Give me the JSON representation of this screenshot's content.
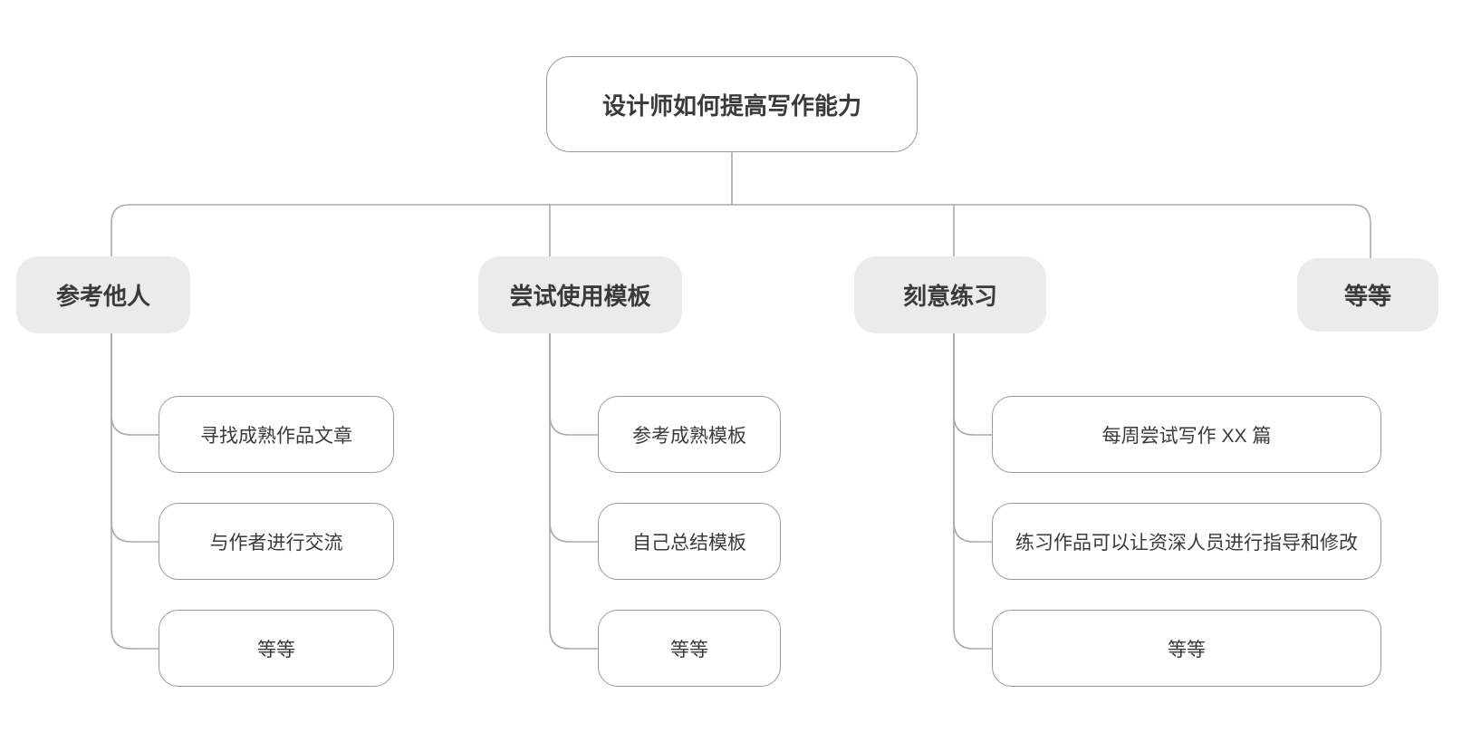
{
  "root": {
    "label": "设计师如何提高写作能力"
  },
  "branches": [
    {
      "label": "参考他人",
      "children": [
        "寻找成熟作品文章",
        "与作者进行交流",
        "等等"
      ]
    },
    {
      "label": "尝试使用模板",
      "children": [
        "参考成熟模板",
        "自己总结模板",
        "等等"
      ]
    },
    {
      "label": "刻意练习",
      "children": [
        "每周尝试写作 XX 篇",
        "练习作品可以让资深人员进行指导和修改",
        "等等"
      ]
    },
    {
      "label": "等等",
      "children": []
    }
  ],
  "colors": {
    "background": "#ffffff",
    "connector": "#ababab",
    "node_border": "#9a9a9a",
    "branch_fill": "#ebebeb",
    "text": "#3a3a3a"
  }
}
